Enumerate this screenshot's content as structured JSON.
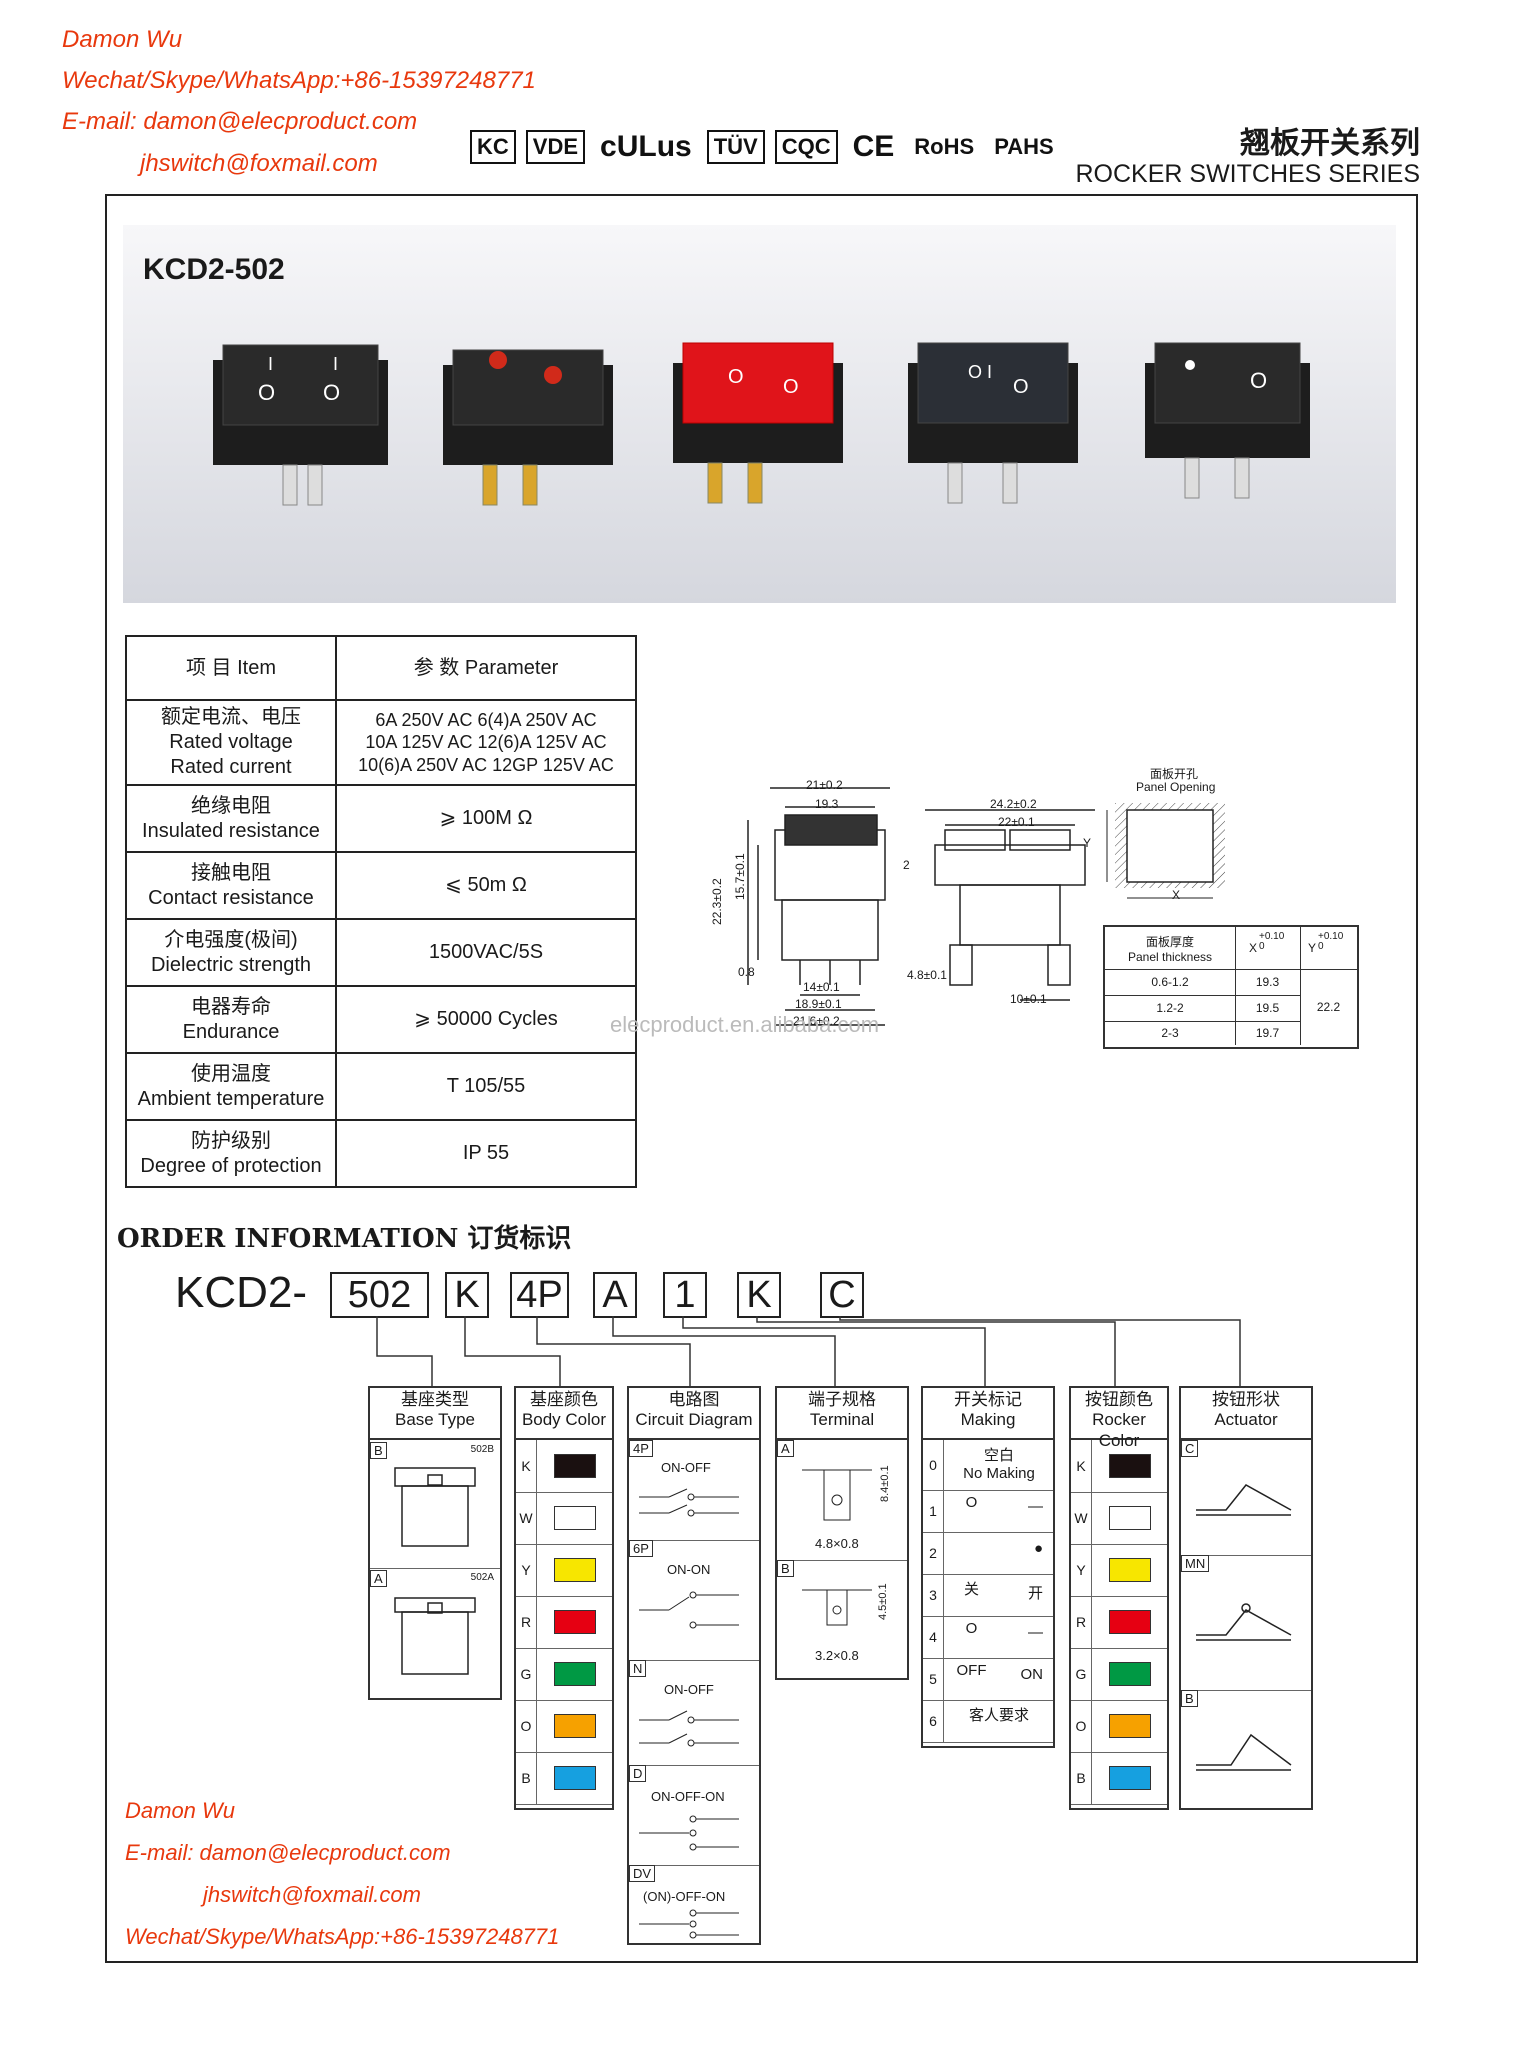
{
  "header": {
    "name": "Damon Wu",
    "wechat": "Wechat/Skype/WhatsApp:+86-15397248771",
    "email": "E-mail: damon@elecproduct.com",
    "email2": "jhswitch@foxmail.com",
    "certs": [
      "KC",
      "VDE",
      "cULus",
      "TÜV",
      "CQC",
      "CE",
      "RoHS",
      "PAHS"
    ],
    "series_cn": "翘板开关系列",
    "series_en": "ROCKER SWITCHES SERIES"
  },
  "banner": {
    "model": "KCD2-502"
  },
  "params": {
    "head_item": "项 目   Item",
    "head_param": "参 数   Parameter",
    "rows": [
      {
        "label_cn": "额定电流、电压",
        "label_en": "Rated voltage\nRated current",
        "value": "6A 250V AC    6(4)A 250V AC\n10A 125V AC   12(6)A 125V AC\n10(6)A 250V AC  12GP 125V AC"
      },
      {
        "label_cn": "绝缘电阻",
        "label_en": "Insulated resistance",
        "value": "⩾ 100M Ω"
      },
      {
        "label_cn": "接触电阻",
        "label_en": "Contact resistance",
        "value": "⩽ 50m Ω"
      },
      {
        "label_cn": "介电强度(极间)",
        "label_en": "Dielectric strength",
        "value": "1500VAC/5S"
      },
      {
        "label_cn": "电器寿命",
        "label_en": "Endurance",
        "value": "⩾ 50000 Cycles"
      },
      {
        "label_cn": "使用温度",
        "label_en": "Ambient temperature",
        "value": "T 105/55"
      },
      {
        "label_cn": "防护级别",
        "label_en": "Degree of protection",
        "value": "IP 55"
      }
    ]
  },
  "dims": {
    "front": [
      "21±0.2",
      "19.3",
      "15.7±0.1",
      "22.3±0.2",
      "0.8",
      "14±0.1",
      "18.9±0.1",
      "21.6±0.2"
    ],
    "side": [
      "24.2±0.2",
      "22±0.1",
      "2",
      "4.8±0.1",
      "10±0.1"
    ],
    "panel_cn": "面板开孔",
    "panel_en": "Panel Opening",
    "axis_x": "X",
    "axis_y": "Y",
    "thickness_head_cn": "面板厚度",
    "thickness_head_en": "Panel thickness",
    "x_head": "X",
    "x_tol": "+0.10\n0",
    "y_head": "Y",
    "y_tol": "+0.10\n0",
    "rows": [
      [
        "0.6-1.2",
        "19.3"
      ],
      [
        "1.2-2",
        "19.5"
      ],
      [
        "2-3",
        "19.7"
      ]
    ],
    "y_value": "22.2"
  },
  "watermark": "elecproduct.en.alibaba.com",
  "order": {
    "title": "ORDER INFORMATION 订货标识",
    "prefix": "KCD2-",
    "codes": [
      "502",
      "K",
      "4P",
      "A",
      "1",
      "K",
      "C"
    ],
    "columns": {
      "base": {
        "cn": "基座类型",
        "en": "Base Type",
        "b": "B",
        "b_code": "502B",
        "a": "A",
        "a_code": "502A"
      },
      "body": {
        "cn": "基座颜色",
        "en": "Body Color"
      },
      "circuit": {
        "cn": "电路图",
        "en": "Circuit Diagram",
        "items": [
          [
            "4P",
            "ON-OFF"
          ],
          [
            "6P",
            "ON-ON"
          ],
          [
            "N",
            "ON-OFF"
          ],
          [
            "D",
            "ON-OFF-ON"
          ],
          [
            "DV",
            "(ON)-OFF-ON"
          ]
        ]
      },
      "terminal": {
        "cn": "端子规格",
        "en": "Terminal",
        "a": "A",
        "a_dim": "8.4±0.1",
        "a_size": "4.8×0.8",
        "b": "B",
        "b_dim": "4.5±0.1",
        "b_size": "3.2×0.8"
      },
      "marking": {
        "cn": "开关标记",
        "en": "Making",
        "rows": [
          [
            "0",
            "空白\nNo Making",
            ""
          ],
          [
            "1",
            "O",
            "—"
          ],
          [
            "2",
            "",
            "●"
          ],
          [
            "3",
            "关",
            "开"
          ],
          [
            "4",
            "O",
            "—"
          ],
          [
            "5",
            "OFF",
            "ON"
          ],
          [
            "6",
            "客人要求",
            ""
          ]
        ]
      },
      "rocker": {
        "cn": "按钮颜色",
        "en": "Rocker Color"
      },
      "actuator": {
        "cn": "按钮形状",
        "en": "Actuator",
        "items": [
          "C",
          "MN",
          "B"
        ]
      }
    },
    "colors": [
      {
        "key": "K",
        "hex": "#1a1010"
      },
      {
        "key": "W",
        "hex": "#ffffff"
      },
      {
        "key": "Y",
        "hex": "#f7e600"
      },
      {
        "key": "R",
        "hex": "#e60012"
      },
      {
        "key": "G",
        "hex": "#009944"
      },
      {
        "key": "O",
        "hex": "#f6a100"
      },
      {
        "key": "B",
        "hex": "#16a0e0"
      }
    ]
  },
  "footer": {
    "name": "Damon Wu",
    "email": "E-mail: damon@elecproduct.com",
    "email2": "jhswitch@foxmail.com",
    "wechat": "Wechat/Skype/WhatsApp:+86-15397248771"
  }
}
